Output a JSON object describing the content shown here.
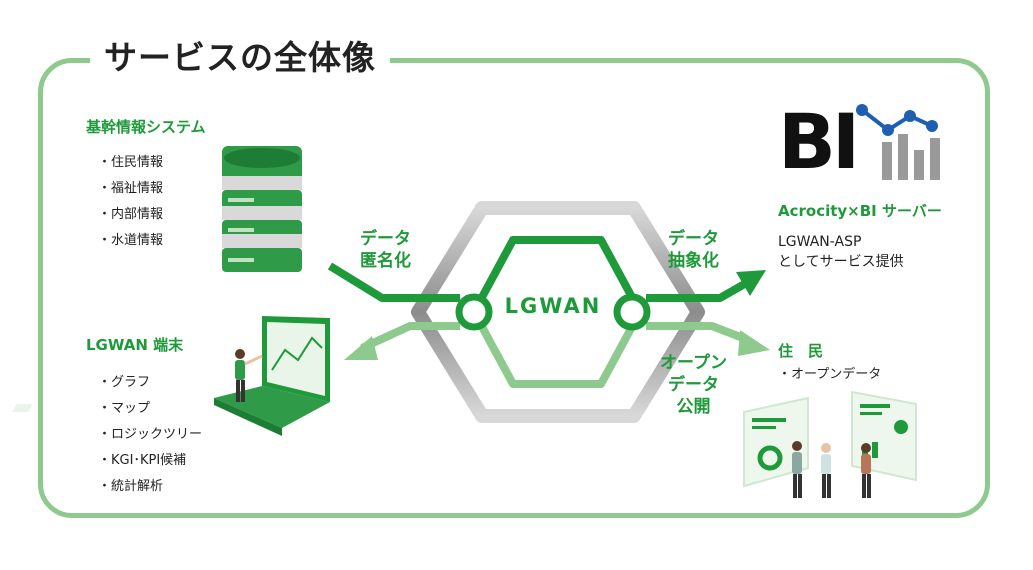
{
  "title": "サービスの全体像",
  "core_system": {
    "heading": "基幹情報システム",
    "items": [
      "住民情報",
      "福祉情報",
      "内部情報",
      "水道情報"
    ]
  },
  "terminal": {
    "heading": "LGWAN 端末",
    "items": [
      "グラフ",
      "マップ",
      "ロジックツリー",
      "KGI･KPI候補",
      "統計解析"
    ]
  },
  "network": {
    "label": "LGWAN"
  },
  "flows": {
    "anonymize": [
      "データ",
      "匿名化"
    ],
    "extract": [
      "データ",
      "抽象化"
    ],
    "open_data": [
      "オープン",
      "データ",
      "公開"
    ]
  },
  "bi_server": {
    "logo": "BI",
    "heading": "Acrocity×BI サーバー",
    "description": [
      "LGWAN-ASP",
      "としてサービス提供"
    ]
  },
  "residents": {
    "heading": "住　民",
    "items": [
      "オープンデータ"
    ]
  },
  "colors": {
    "green": "#1f9a3a",
    "light_green": "#8ec98e",
    "gray": "#9a9a9a"
  }
}
